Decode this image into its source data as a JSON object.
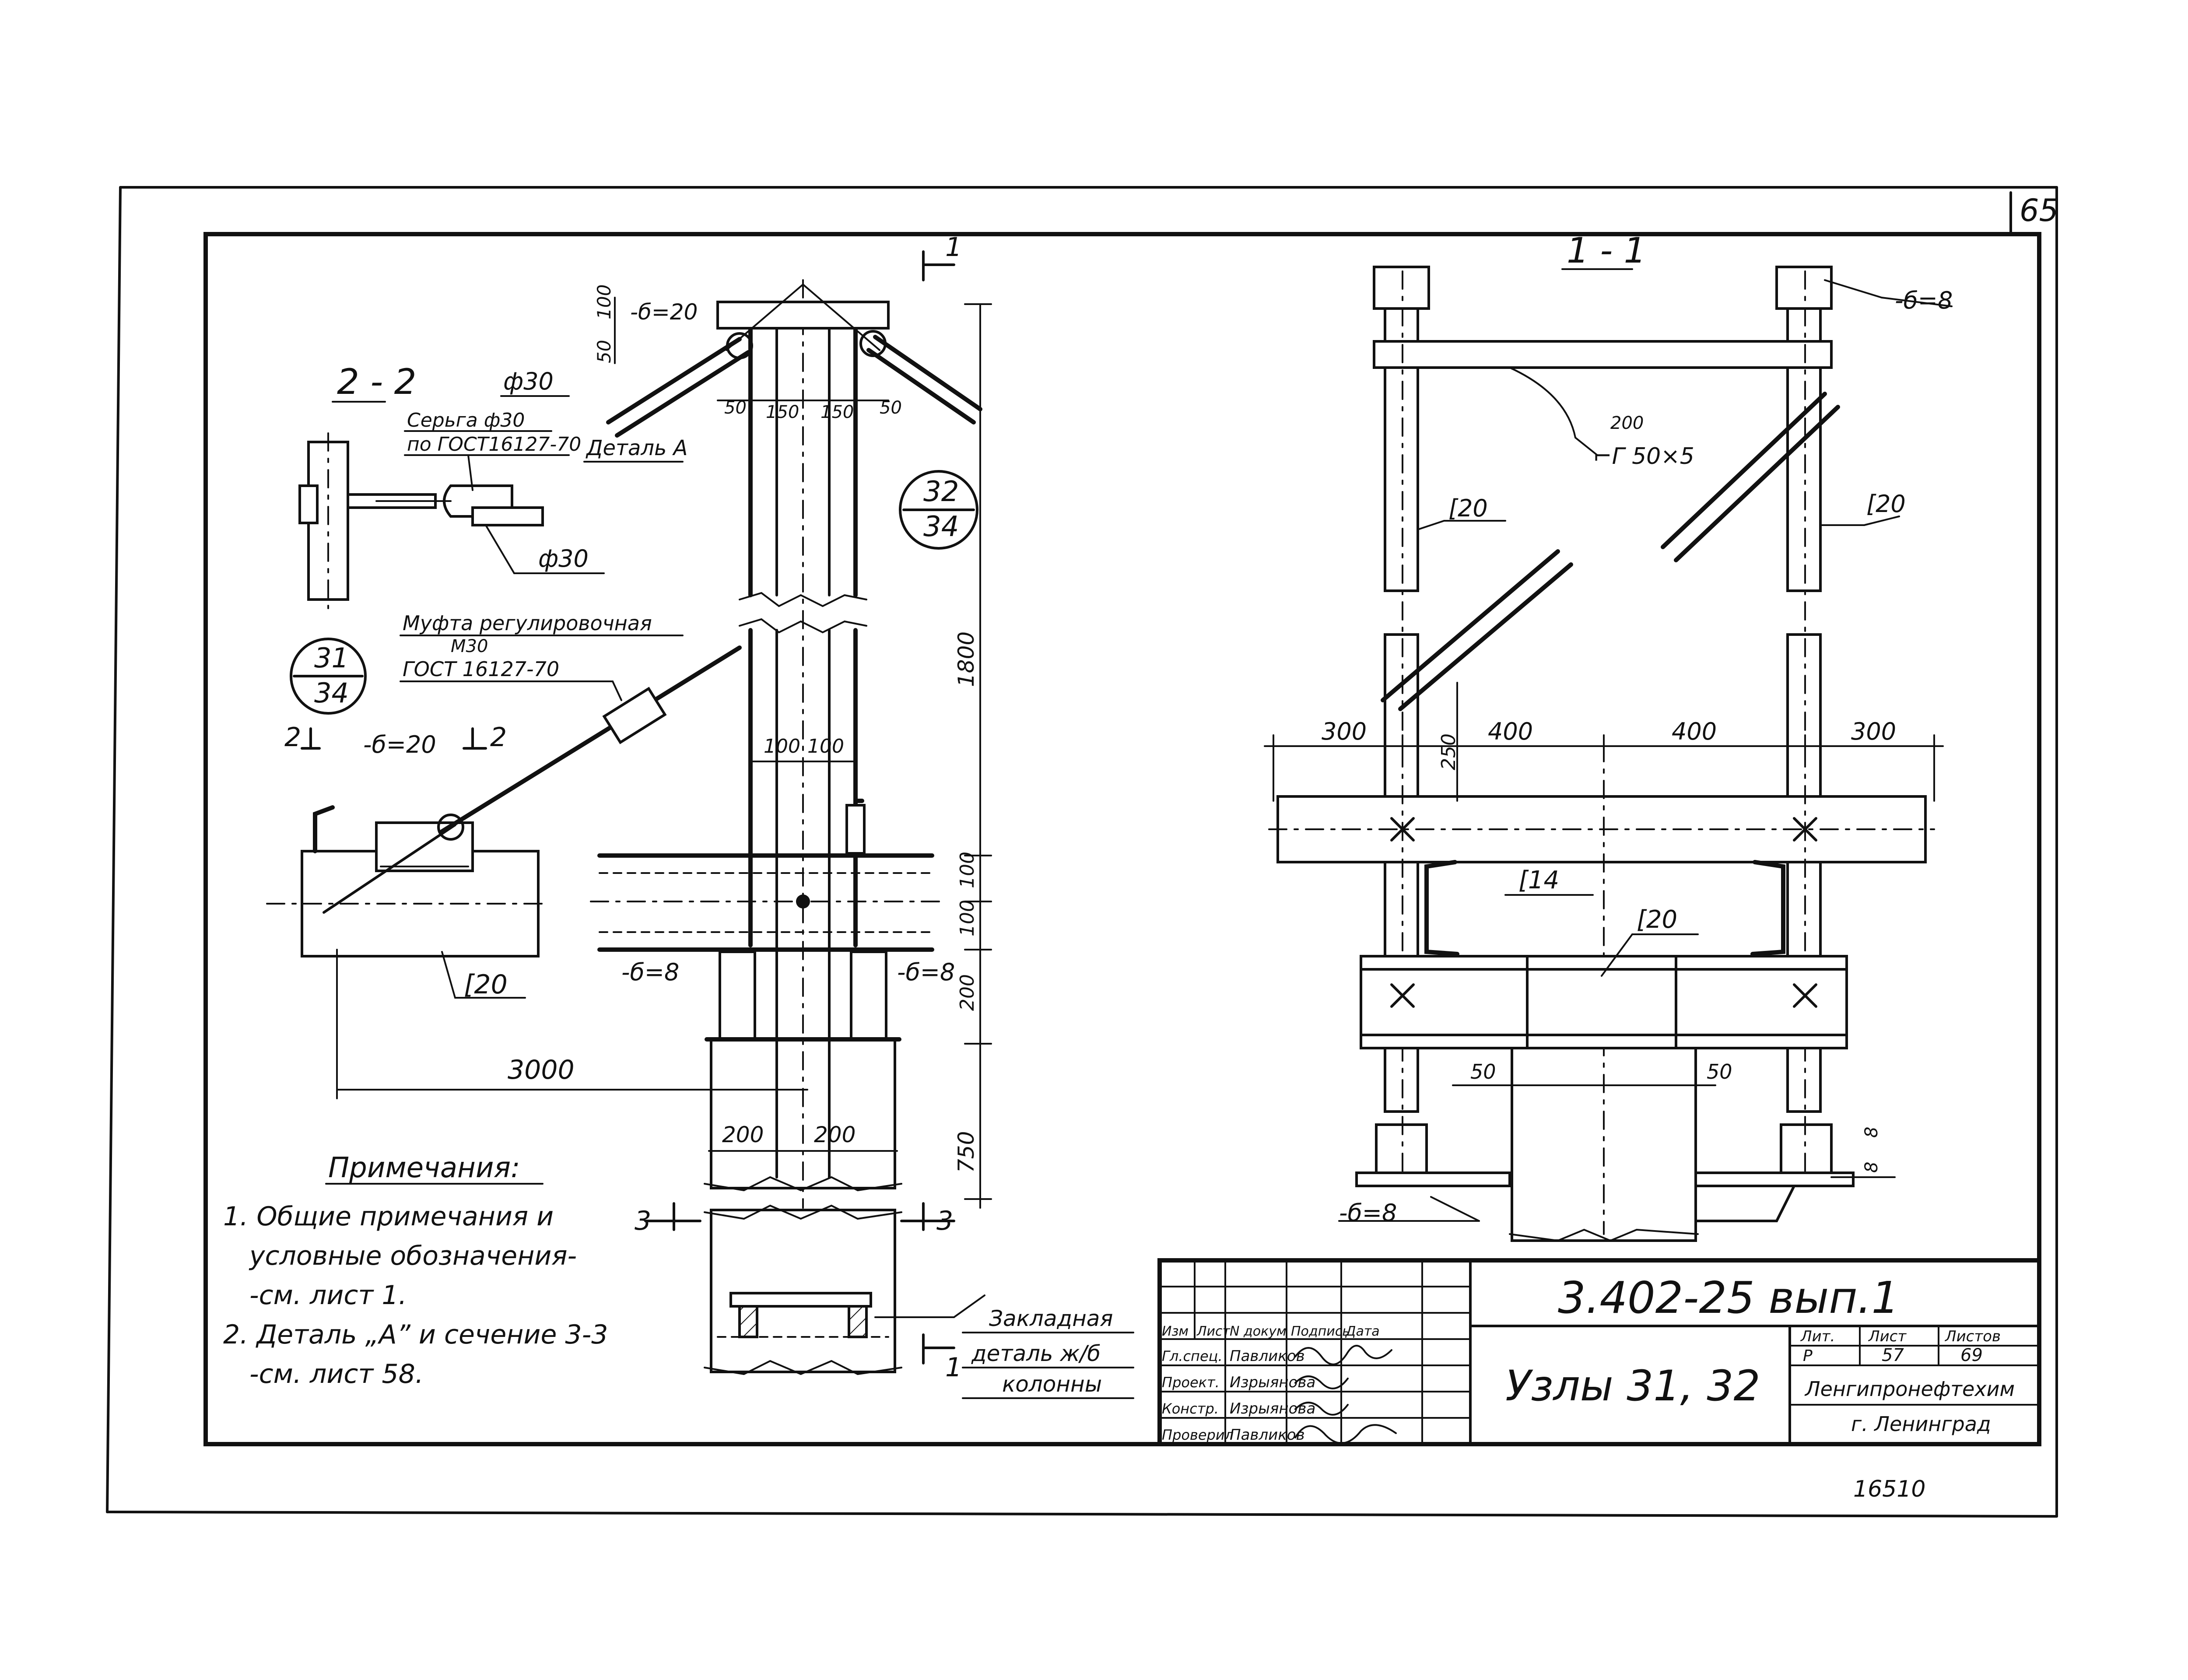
{
  "sheet": {
    "page_number": "65",
    "archive_number": "16510"
  },
  "view_2_2": {
    "title": "2 - 2",
    "rod_dia": "ф30",
    "rod_dia_2": "ф30",
    "earring_line1": "Серьга ф30",
    "earring_line2": "по ГОСТ16127-70",
    "detail_ref": "Деталь А",
    "plate_top": "-б=20"
  },
  "node_32": {
    "top": "32",
    "bottom": "34"
  },
  "node_31": {
    "top": "31",
    "bottom": "34"
  },
  "coupling": {
    "line1": "Муфта регулировочная",
    "line2": "М30",
    "line3": "ГОСТ 16127-70"
  },
  "main_view": {
    "section_2_left": "2",
    "section_2_right": "2",
    "plate_20": "-б=20",
    "plate_8_left": "-б=8",
    "plate_8_right": "-б=8",
    "channel": "[20",
    "span": "3000",
    "dim_50": "50",
    "dim_100": "100",
    "dim_50b": "50",
    "dim_150a": "150",
    "dim_150b": "150",
    "dim_50c": "50",
    "dim_100a": "100",
    "dim_100b": "100",
    "dim_1800": "1800",
    "dim_100c": "100",
    "dim_100d": "100",
    "dim_200": "200",
    "dim_750": "750",
    "dim_200a": "200",
    "dim_200b": "200",
    "section_1_top": "1",
    "section_1_bottom": "1",
    "section_3_left": "3",
    "section_3_right": "3",
    "embedded_line1": "Закладная",
    "embedded_line2": "деталь ж/б",
    "embedded_line3": "колонны"
  },
  "view_1_1": {
    "title": "1 - 1",
    "plate_top": "-б=8",
    "angle_spacing": "200",
    "angle": "⌐Г 50×5",
    "channel_left": "[20",
    "channel_right": "[20",
    "dim_300a": "300",
    "dim_400a": "400",
    "dim_400b": "400",
    "dim_300b": "300",
    "dim_250": "250",
    "channel_14": "[14",
    "channel_20_mid": "[20",
    "dim_50a": "50",
    "dim_50b": "50",
    "plate_bottom": "-б=8",
    "weld_8a": "8",
    "weld_8b": "8"
  },
  "notes": {
    "title": "Примечания:",
    "n1_l1": "1. Общие примечания и",
    "n1_l2": "условные обозначения-",
    "n1_l3": "-см. лист 1.",
    "n2_l1": "2. Деталь „А” и сечение 3-3",
    "n2_l2": "-см. лист 58."
  },
  "title_block": {
    "designation": "3.402-25 вып.1",
    "drawing_name": "Узлы 31, 32",
    "col_headers": [
      "Изм",
      "Лист",
      "N докум",
      "Подпись",
      "Дата"
    ],
    "roles": [
      {
        "role": "Гл.спец.",
        "name": "Павликов"
      },
      {
        "role": "Проект.",
        "name": "Изрыянова"
      },
      {
        "role": "Констр.",
        "name": "Изрыянова"
      },
      {
        "role": "Проверил",
        "name": "Павликов"
      }
    ],
    "stage_header": "Лит.",
    "sheet_header": "Лист",
    "sheets_header": "Листов",
    "stage": "Р",
    "sheet": "57",
    "sheets": "69",
    "organization_line1": "Ленгипронефтехим",
    "organization_line2": "г. Ленинград"
  }
}
